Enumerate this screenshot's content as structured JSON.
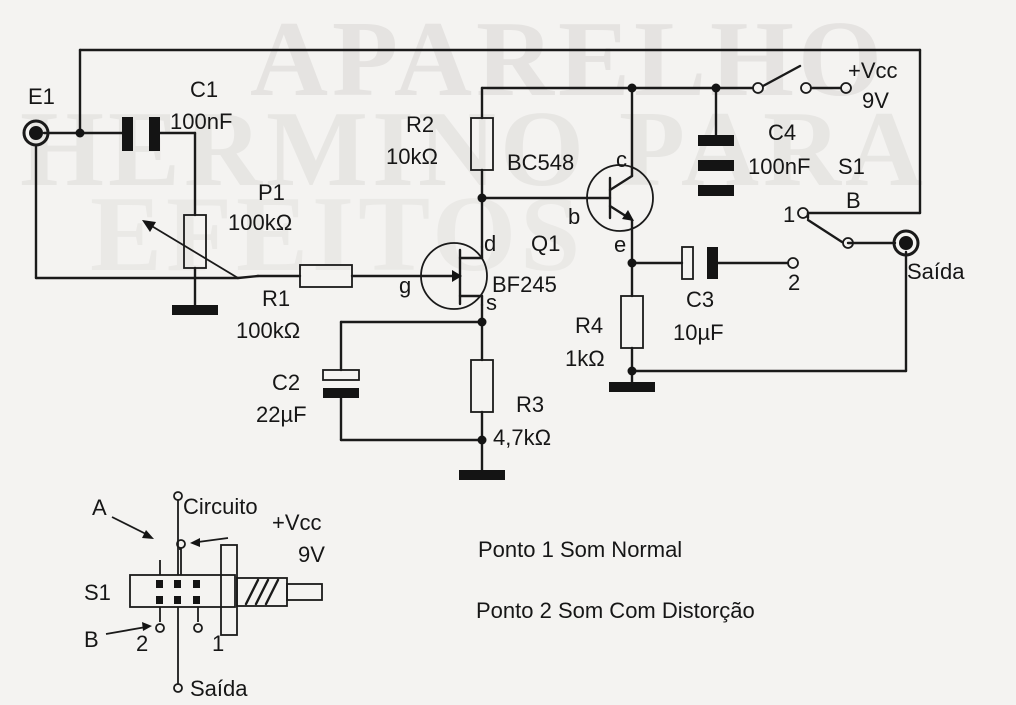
{
  "colors": {
    "ink": "#161616",
    "paper": "#f4f3f1",
    "ghost": "#d9d7d4"
  },
  "components": {
    "e1": "E1",
    "c1_name": "C1",
    "c1_value": "100nF",
    "p1_name": "P1",
    "p1_value": "100kΩ",
    "r1_name": "R1",
    "r1_value": "100kΩ",
    "r2_name": "R2",
    "r2_value": "10kΩ",
    "q2_model": "BC548",
    "q1_name": "Q1",
    "q1_model": "BF245",
    "c2_name": "C2",
    "c2_value": "22µF",
    "r3_name": "R3",
    "r3_value": "4,7kΩ",
    "c3_name": "C3",
    "c3_value": "10µF",
    "r4_name": "R4",
    "r4_value": "1kΩ",
    "c4_name": "C4",
    "c4_value": "100nF",
    "s1_name": "S1",
    "vcc": "+Vcc",
    "vcc_value": "9V",
    "out": "Saída"
  },
  "pins": {
    "c": "c",
    "b": "b",
    "e": "e",
    "d": "d",
    "g": "g",
    "s": "s",
    "sw_b": "B",
    "pt1": "1",
    "pt2": "2"
  },
  "switch_detail": {
    "a": "A",
    "b": "B",
    "s1": "S1",
    "circuit": "Circuito",
    "vcc": "+Vcc",
    "vcc_value": "9V",
    "pin2": "2",
    "pin1": "1",
    "out": "Saída"
  },
  "notes": {
    "point1": "Ponto 1 Som Normal",
    "point2": "Ponto 2 Som Com Distorção"
  }
}
